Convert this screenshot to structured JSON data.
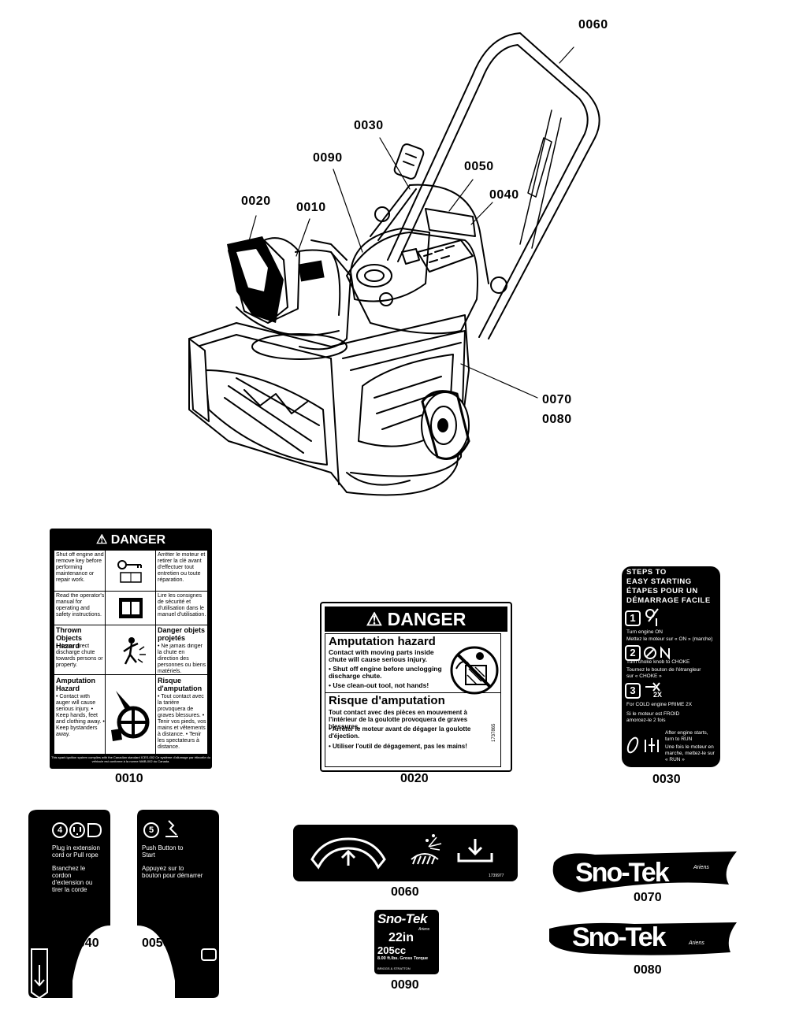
{
  "callouts": {
    "c0060": "0060",
    "c0030": "0030",
    "c0090": "0090",
    "c0050": "0050",
    "c0040": "0040",
    "c0020": "0020",
    "c0010": "0010",
    "c0070": "0070",
    "c0080": "0080"
  },
  "part_labels": {
    "p0010": "0010",
    "p0020": "0020",
    "p0030": "0030",
    "p0040": "0040",
    "p0050": "0050",
    "p0060": "0060",
    "p0070": "0070",
    "p0080": "0080",
    "p0090": "0090"
  },
  "decal_0010": {
    "header": "⚠ DANGER",
    "r1_en": "Shut off engine and remove key before performing maintenance or repair work.",
    "r1_fr": "Arrêter le moteur et retirer la clé avant d'effectuer tout entretien ou toute réparation.",
    "r2_en": "Read the operator's manual for operating and safety instructions.",
    "r2_fr": "Lire les consignes de sécurité et d'utilisation dans le manuel d'utilisation.",
    "r3_en_title": "Thrown Objects Hazard",
    "r3_en": "• Never direct discharge chute towards persons or property.",
    "r3_fr_title": "Danger objets projetés",
    "r3_fr": "• Ne jamais diriger la chute en direction des personnes ou biens matériels.",
    "r4_en_title": "Amputation Hazard",
    "r4_en": "• Contact with auger will cause serious injury. • Keep hands, feet and clothing away. • Keep bystanders away.",
    "r4_fr_title": "Risque d'amputation",
    "r4_fr": "• Tout contact avec la tarière provoquera de graves blessures. • Tenir vos pieds, vos mains et vêtements à distance. • Tenir les spectateurs à distance.",
    "footer": "This spark ignition system complies with the Canadian standard ICES-002 Ce système d'allumage par étincelle du véhicule est conforme à la norme NMB-002 du Canada."
  },
  "decal_0020": {
    "header": "⚠ DANGER",
    "title_en": "Amputation hazard",
    "text_en": "Contact with moving parts inside chute will cause serious injury.",
    "b1_en": "• Shut off engine before unclogging discharge chute.",
    "b2_en": "• Use clean-out tool, not hands!",
    "title_fr": "Risque d'amputation",
    "text_fr": "Tout contact avec des pièces en mouvement à l'intérieur de la goulotte provoquera de graves blessures.",
    "b1_fr": "• Arrêter le moteur avant de dégager la goulotte d'éjection.",
    "b2_fr": "• Utiliser l'outil de dégagement, pas les mains!",
    "part_no": "1737865"
  },
  "decal_0030": {
    "t1": "STEPS TO",
    "t2": "EASY STARTING",
    "t3": "ÉTAPES POUR UN",
    "t4": "DÉMARRAGE FACILE",
    "s1": "1",
    "s1_en": "Turn engine ON",
    "s1_fr": "Mettez le moteur sur « ON » (marche)",
    "s2": "2",
    "s2_en": "Turn choke knob to CHOKE",
    "s2_fr": "Tournez le bouton de l'étrangleur sur « CHOKE »",
    "s3": "3",
    "s3_icon": "2X",
    "s3_en": "For COLD engine PRIME 2X",
    "s3_fr": "Si le moteur est FROID amorcez-le 2 fois",
    "s4_en": "After engine starts, turn to RUN",
    "s4_fr": "Une fois le moteur en marche, mettez-le sur « RUN »"
  },
  "decal_0040": {
    "num": "4",
    "en": "Plug in extension cord or Pull rope",
    "fr": "Branchez le cordon d'extension ou tirer la corde"
  },
  "decal_0050": {
    "num": "5",
    "en": "Push Button to Start",
    "fr": "Appuyez sur to bouton pour démarrer"
  },
  "decal_0060": {
    "part_no": "1739977"
  },
  "decal_0070": {
    "brand": "Sno-Tek",
    "mark": "Ariens"
  },
  "decal_0080": {
    "brand": "Sno-Tek",
    "mark": "Ariens"
  },
  "decal_0090": {
    "brand": "Sno-Tek",
    "mark": "Ariens",
    "size": "22in",
    "cc": "205cc",
    "torque": "8.00 ft.lbs. Gross Torque",
    "small": "BRIGGS & STRATTON"
  }
}
